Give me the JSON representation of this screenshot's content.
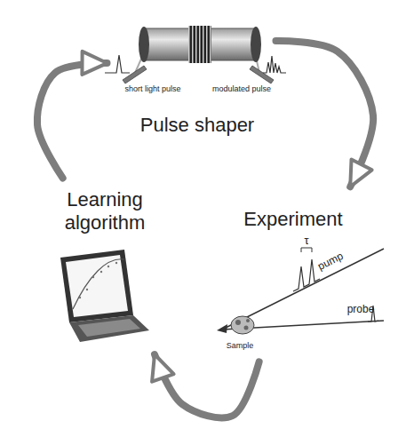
{
  "diagram": {
    "nodes": [
      {
        "text": [
          "Pulse shaper"
        ]
      },
      {
        "text": [
          "Learning algorithm"
        ]
      },
      {
        "text": [
          "Experiment"
        ]
      }
    ],
    "edges": [
      {
        "from": 0,
        "to": 2,
        "arrow": "to"
      },
      {
        "from": 2,
        "to": 1,
        "arrow": "to"
      },
      {
        "from": 1,
        "to": 0,
        "arrow": "to"
      }
    ],
    "labels": [
      "short light pulse",
      "modulated pulse",
      "τ",
      "pump",
      "probe",
      "Sample"
    ]
  }
}
